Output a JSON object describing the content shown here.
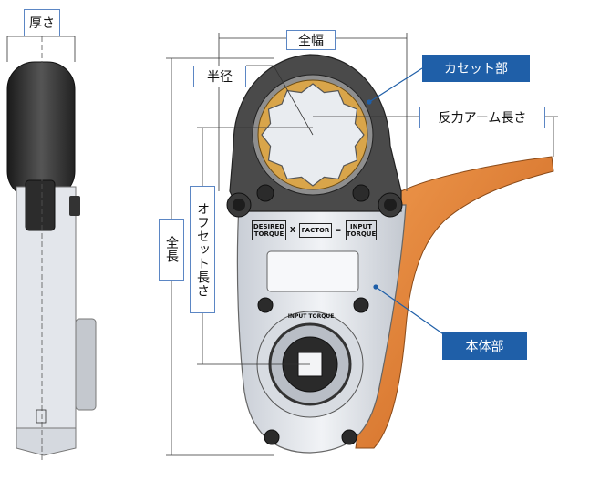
{
  "labels": {
    "thickness": "厚さ",
    "overall_width": "全幅",
    "radius": "半径",
    "cassette_part": "カセット部",
    "reaction_arm_length": "反力アーム長さ",
    "overall_length": "全長",
    "offset_length": "オフセット長さ",
    "body_part": "本体部"
  },
  "plate": {
    "desired_torque": "DESIRED TORQUE",
    "times": "X",
    "factor": "FACTOR",
    "equals": "=",
    "input_torque": "INPUT TORQUE",
    "ring_text": "INPUT TORQUE"
  },
  "colors": {
    "callout_fill": "#1f5fa8",
    "label_border": "#5b86c4",
    "reaction_arm": "#e07a2e",
    "cassette_body": "#4a4a4a",
    "tool_body": "#e6e9ef"
  }
}
